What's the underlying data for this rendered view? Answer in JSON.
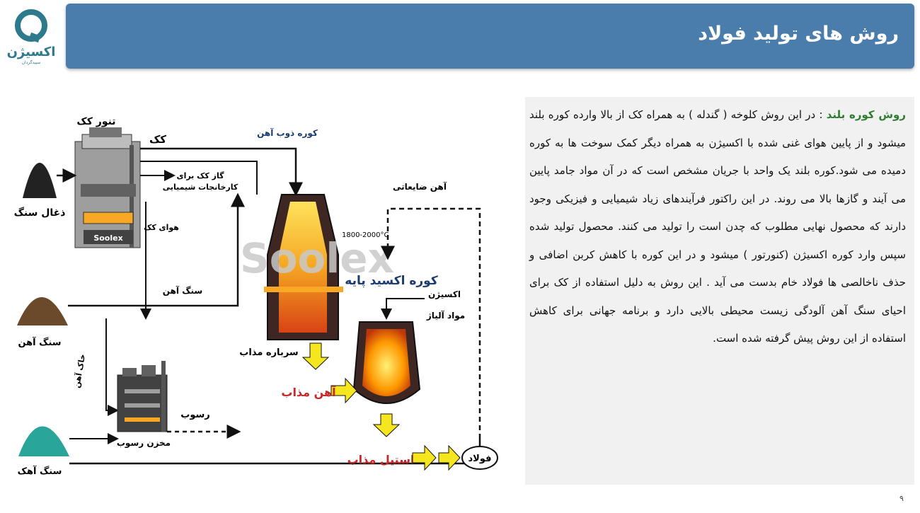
{
  "header": {
    "title": "روش های تولید فولاد",
    "logo_text": "اکسیژن",
    "logo_sub": "سپیدگردان"
  },
  "content": {
    "lead": "روش کوره بلند",
    "separator": " : ",
    "body": "در این روش کلوخه ( گندله ) به همراه کک  از بالا وارده کوره بلند میشود و از پایین هوای غنی شده با اکسیژن به همراه دیگر کمک سوخت ها به کوره دمیده می شود.کوره بلند یک واحد با جریان مشخص است که در آن مواد جامد پایین می آیند و گازها بالا می روند. در این راکتور فرآیندهای زیاد شیمیایی و فیزیکی وجود دارند که محصول نهایی مطلوب که چدن است را تولید می کنند. محصول تولید شده سپس وارد کوره اکسیژن (کنورتور ) میشود و در این کوره با کاهش کربن اضافی و حذف ناخالصی ها فولاد خام بدست می آید . این روش به دلیل استفاده از کک برای احیای سنگ آهن آلودگی زیست محیطی بالایی دارد و برنامه جهانی برای کاهش استفاده از این روش پیش گرفته شده است."
  },
  "diagram": {
    "coal": "ذغال سنگ",
    "coke_oven": "تنور کک",
    "coke": "کک",
    "coke_gas_1": "گاز کک برای",
    "coke_gas_2": "کارخانجات شیمیایی",
    "coke_air": "هوای کک",
    "blast_furnace": "کوره ذوب آهن",
    "scrap_iron": "آهن ضایعاتی",
    "temp": "1800-2000°C",
    "soolex_big": "Soolex",
    "soolex_small": "Soolex",
    "iron_ore_line": "سنگ آهن",
    "bof": "کوره اکسید پایه",
    "oxygen": "اکسیژن",
    "alloy": "مواد آلیاژ",
    "iron_ore": "سنگ آهن",
    "dust": "خاک آهن",
    "slag_top": "سرباره مذاب",
    "molten_iron": "آهن مذاب",
    "sediment": "رسوب",
    "sediment_store": "مخزن رسوب",
    "limestone": "سنگ آهک",
    "molten_steel": "استیل مذاب",
    "steel": "فولاد"
  },
  "colors": {
    "header_bg": "#4a7cac",
    "lead_green": "#2e7d32",
    "molten_red": "#c62828",
    "arrow_yellow": "#f5e61f",
    "logo_teal": "#2c7a8c"
  },
  "footer": {
    "page_number": "۹"
  }
}
